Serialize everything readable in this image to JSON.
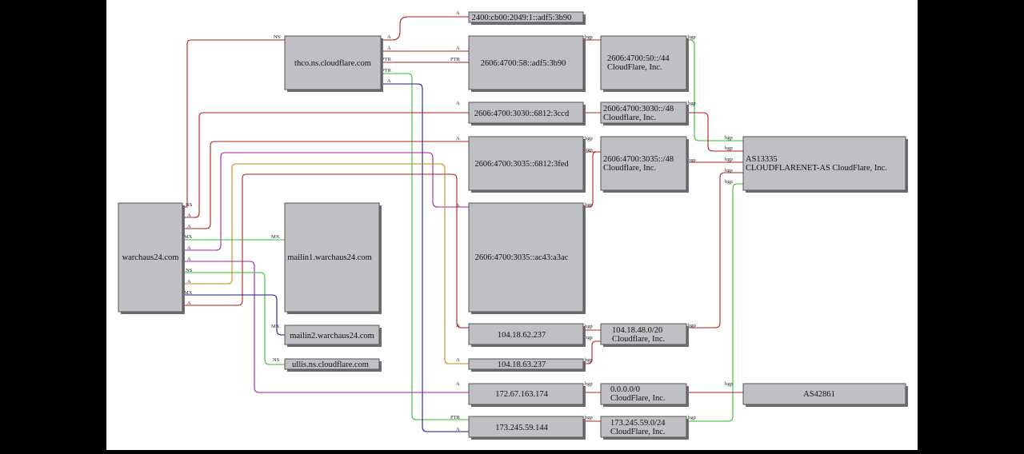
{
  "colors": {
    "page": "#000000",
    "canvas": "#ffffff",
    "node_fill": "#c0bfc3",
    "red": "#b0201c",
    "green": "#2fbf2f",
    "navy": "#1a1a8c",
    "purple": "#a020a0",
    "orange": "#c88a12"
  },
  "nodes": {
    "warchaus": "warchaus24.com",
    "thco": "thco.ns.cloudflare.com",
    "mailin1": "mailin1.warchaus24.com",
    "mailin2": "mailin2.warchaus24.com",
    "ullis": "ullis.ns.cloudflare.com",
    "ip6_adf5": "2400:cb00:2049:1::adf5:3b90",
    "ip6_58": "2606:4700:58::adf5:3b90",
    "ip6_3030": "2606:4700:3030::6812:3ccd",
    "ip6_3035fed": "2606:4700:3035::6812:3fed",
    "ip6_ac43": "2606:4700:3035::ac43:a3ac",
    "ip4_237a": "104.18.62.237",
    "ip4_237b": "104.18.63.237",
    "ip4_172": "172.67.163.174",
    "ip4_173": "173.245.59.144",
    "pfx_50": [
      "2606:4700:50::/44",
      "CloudFlare, Inc."
    ],
    "pfx_3030": [
      "2606:4700:3030::/48",
      "Cloudflare, Inc."
    ],
    "pfx_3035": [
      "2606:4700:3035::/48",
      "Cloudflare, Inc."
    ],
    "pfx_104": [
      "104.18.48.0/20",
      "Cloudflare, Inc."
    ],
    "pfx_0": [
      "0.0.0.0/0",
      "CloudFlare, Inc."
    ],
    "pfx_173": [
      "173.245.59.0/24",
      "CloudFlare, Inc."
    ],
    "as13335": [
      "AS13335",
      "CLOUDFLARENET-AS CloudFlare, Inc."
    ],
    "as42861": "AS42861"
  },
  "edge_labels": {
    "ns": "NS",
    "a": "A",
    "mx": "MX",
    "ptr": "PTR",
    "bgp": "bgp"
  }
}
